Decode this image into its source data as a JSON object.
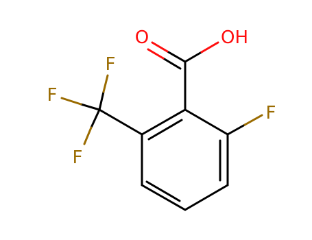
{
  "molecule": {
    "atoms": {
      "carbonyl_o": {
        "text": "O",
        "color": "#ff0d0d"
      },
      "hydroxyl_o": {
        "text": "OH",
        "color": "#ff0d0d"
      },
      "ring_f": {
        "text": "F",
        "color": "#9a6b00"
      },
      "cf3_f_top": {
        "text": "F",
        "color": "#9a6b00"
      },
      "cf3_f_left": {
        "text": "F",
        "color": "#9a6b00"
      },
      "cf3_f_bottom": {
        "text": "F",
        "color": "#9a6b00"
      }
    },
    "bond_color": "#000000"
  }
}
